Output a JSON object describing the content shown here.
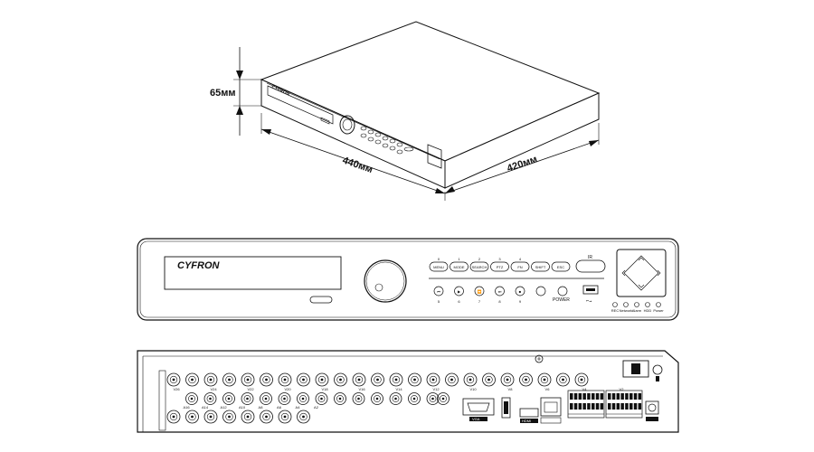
{
  "dimensions": {
    "height": "65мм",
    "width": "440мм",
    "depth": "420мм"
  },
  "brand": "CYFRON",
  "front_panel": {
    "buttons": [
      {
        "number": "0",
        "label": "MENU"
      },
      {
        "number": "1",
        "label": "MODE"
      },
      {
        "number": "2",
        "label": "SEARCH"
      },
      {
        "number": "3",
        "label": "PTZ"
      },
      {
        "number": "4",
        "label": "FN"
      },
      {
        "label": "SHIFT"
      },
      {
        "label": "ESC"
      }
    ],
    "ir_label": "IR",
    "playback_numbers": [
      "5",
      "6",
      "7",
      "8",
      "9"
    ],
    "power_label": "POWER",
    "status_leds": [
      "REC",
      "Network",
      "Alarm",
      "HDD",
      "Power"
    ]
  },
  "rear_panel": {
    "video_labels_top": [
      "V26",
      "V24",
      "V22",
      "V20",
      "V18",
      "V16",
      "V14",
      "V12",
      "V10",
      "V8",
      "V6",
      "V4",
      "V2"
    ],
    "audio_labels": [
      "A16",
      "A14",
      "A12",
      "A10",
      "A8",
      "A6",
      "A4",
      "A2"
    ],
    "port_labels": [
      "VGA",
      "HDMI"
    ]
  }
}
